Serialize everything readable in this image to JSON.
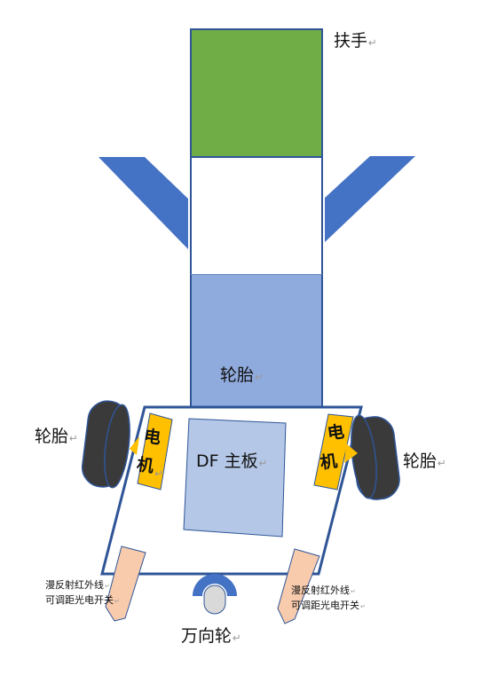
{
  "labels": {
    "handle": "扶手",
    "tire_center": "轮胎",
    "tire_left": "轮胎",
    "tire_right": "轮胎",
    "mainboard": "DF 主板",
    "motor_left_1": "电",
    "motor_left_2": "机",
    "motor_right_1": "电",
    "motor_right_2": "机",
    "sensor_left_line1": "漫反射红外线",
    "sensor_left_line2": "可调距光电开关",
    "sensor_right_line1": "漫反射红外线",
    "sensor_right_line2": "可调距光电开关",
    "caster": "万向轮",
    "return_mark": "↵"
  },
  "colors": {
    "handle": "#70ad47",
    "tire_block": "#8faadc",
    "mainboard": "#b4c7e7",
    "outline": "#2f5597",
    "wing": "#4472c4",
    "wheel": "#3a3a3a",
    "motor": "#ffc000",
    "sensor": "#f8cbad",
    "caster_arc": "#4472c4",
    "caster_wheel": "#d9d9d9"
  }
}
